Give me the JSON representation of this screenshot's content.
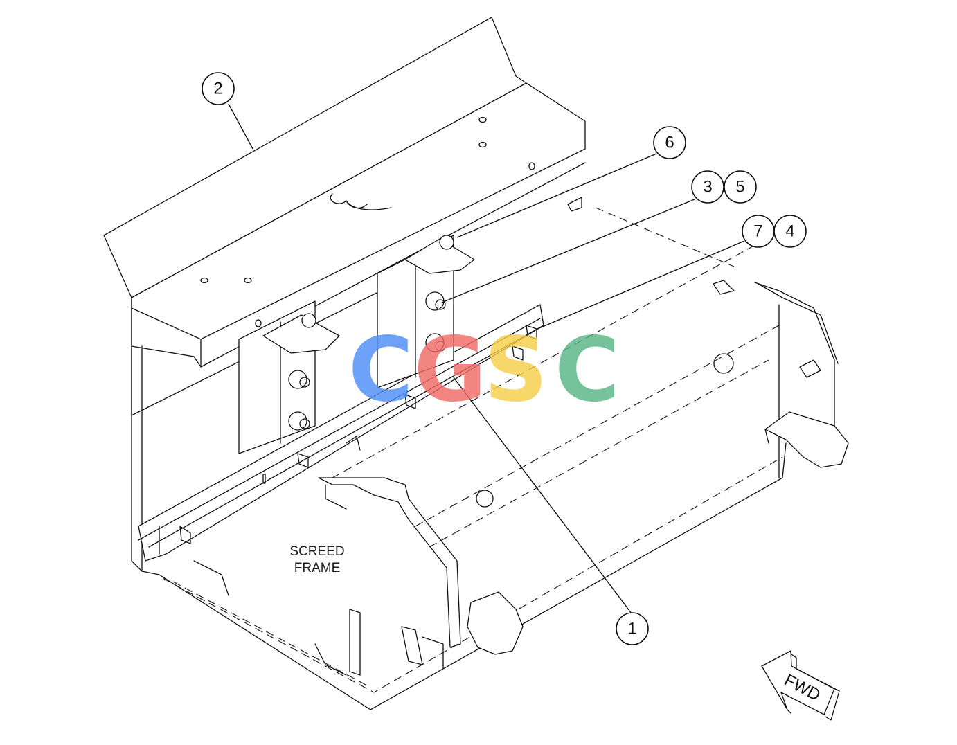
{
  "callouts": [
    {
      "id": "c1",
      "num": "1"
    },
    {
      "id": "c2",
      "num": "2"
    },
    {
      "id": "c3",
      "num": "3"
    },
    {
      "id": "c5",
      "num": "5"
    },
    {
      "id": "c6",
      "num": "6"
    },
    {
      "id": "c7",
      "num": "7"
    },
    {
      "id": "c4",
      "num": "4"
    }
  ],
  "labels": {
    "frame_line1": "SCREED",
    "frame_line2": "FRAME",
    "fwd": "FWD"
  },
  "watermark": {
    "letters": [
      "C",
      "G",
      "S",
      "C"
    ],
    "colors": [
      "#4f8ef7",
      "#f06a66",
      "#f6cf4a",
      "#58b585"
    ]
  }
}
